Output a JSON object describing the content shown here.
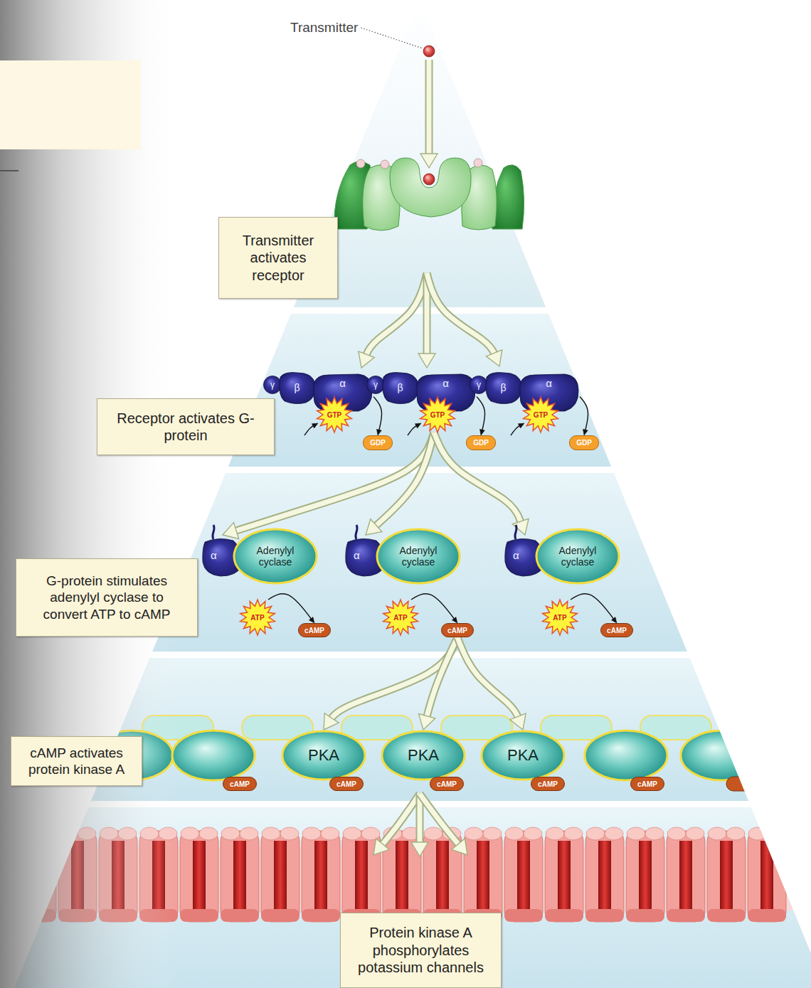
{
  "diagram": {
    "nodes": [
      {
        "text": [
          "Transmitter activates receptor"
        ]
      },
      {
        "text": [
          "Receptor activates G-protein"
        ]
      },
      {
        "text": [
          "γ"
        ]
      },
      {
        "text": [
          "β"
        ]
      },
      {
        "text": [
          "α"
        ]
      },
      {
        "text": [
          "GTP"
        ]
      },
      {
        "text": [
          "GDP"
        ]
      },
      {
        "text": [
          "γ"
        ]
      },
      {
        "text": [
          "β"
        ]
      },
      {
        "text": [
          "α"
        ]
      },
      {
        "text": [
          "GTP"
        ]
      },
      {
        "text": [
          "GDP"
        ]
      },
      {
        "text": [
          "γ"
        ]
      },
      {
        "text": [
          "β"
        ]
      },
      {
        "text": [
          "α"
        ]
      },
      {
        "text": [
          "GTP"
        ]
      },
      {
        "text": [
          "GDP"
        ]
      },
      {
        "text": [
          "G-protein stimulates adenylyl cyclase to convert ATP to cAMP"
        ]
      },
      {
        "text": [
          "α"
        ]
      },
      {
        "text": [
          "Adenylyl cyclase"
        ]
      },
      {
        "text": [
          "ATP"
        ]
      },
      {
        "text": [
          "cAMP"
        ]
      },
      {
        "text": [
          "α"
        ]
      },
      {
        "text": [
          "Adenylyl cyclase"
        ]
      },
      {
        "text": [
          "ATP"
        ]
      },
      {
        "text": [
          "cAMP"
        ]
      },
      {
        "text": [
          "α"
        ]
      },
      {
        "text": [
          "Adenylyl cyclase"
        ]
      },
      {
        "text": [
          "ATP"
        ]
      },
      {
        "text": [
          "cAMP"
        ]
      },
      {
        "text": [
          "cAMP activates protein kinase A"
        ]
      },
      {
        "text": [
          "PKA"
        ]
      },
      {
        "text": [
          "PKA"
        ]
      },
      {
        "text": [
          "PKA"
        ]
      },
      {
        "text": [
          "cAMP"
        ]
      },
      {
        "text": [
          "cAMP"
        ]
      },
      {
        "text": [
          "cAMP"
        ]
      },
      {
        "text": [
          "cAMP"
        ]
      },
      {
        "text": [
          "cAMP"
        ]
      },
      {
        "text": [
          "Protein kinase A phosphorylates potassium channels"
        ]
      }
    ],
    "edges": [
      {
        "from": 4,
        "to": 6,
        "arrow": "to"
      },
      {
        "from": 9,
        "to": 11,
        "arrow": "to"
      },
      {
        "from": 14,
        "to": 16,
        "arrow": "to"
      },
      {
        "from": 10,
        "to": 18,
        "arrow": "to"
      },
      {
        "from": 10,
        "to": 22,
        "arrow": "to"
      },
      {
        "from": 10,
        "to": 26,
        "arrow": "to"
      },
      {
        "from": 20,
        "to": 21,
        "arrow": "to"
      },
      {
        "from": 24,
        "to": 25,
        "arrow": "to"
      },
      {
        "from": 28,
        "to": 29,
        "arrow": "to"
      },
      {
        "from": 25,
        "to": 31,
        "arrow": "to"
      },
      {
        "from": 25,
        "to": 32,
        "arrow": "to"
      },
      {
        "from": 25,
        "to": 33,
        "arrow": "to"
      }
    ],
    "labels": [
      "Transmitter"
    ]
  }
}
